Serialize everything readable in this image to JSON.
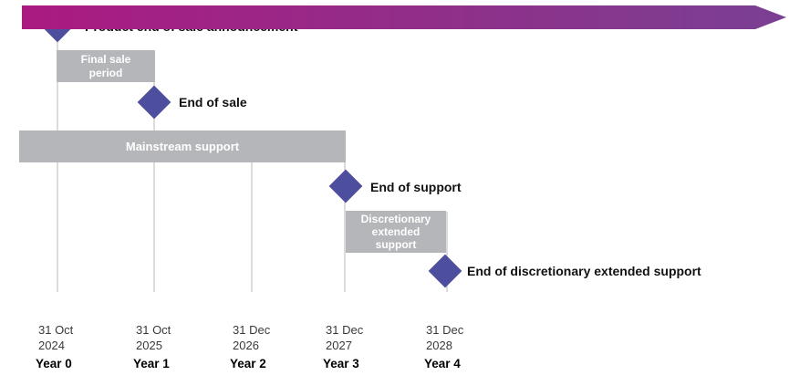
{
  "colors": {
    "diamond": "#4d4e9e",
    "bar_gray": "#b5b6b9",
    "gridline": "#dcdcdc",
    "label_text": "#111111",
    "bar_text": "#ffffff",
    "arrow_gradient_start": "#ab1a81",
    "arrow_gradient_end": "#7a4092"
  },
  "milestones": [
    {
      "label": "Product end of sale announcement"
    },
    {
      "label": "End of sale"
    },
    {
      "label": "End of support"
    },
    {
      "label": "End of discretionary extended support"
    }
  ],
  "periods": [
    {
      "label": "Final sale\nperiod"
    },
    {
      "label": "Mainstream support"
    },
    {
      "label": "Discretionary\nextended\nsupport"
    }
  ],
  "timeline": {
    "ticks": [
      {
        "date": "31 Oct\n2024",
        "year": "Year 0"
      },
      {
        "date": "31 Oct\n2025",
        "year": "Year 1"
      },
      {
        "date": "31 Dec\n2026",
        "year": "Year 2"
      },
      {
        "date": "31 Dec\n2027",
        "year": "Year 3"
      },
      {
        "date": "31 Dec\n2028",
        "year": "Year 4"
      }
    ]
  }
}
